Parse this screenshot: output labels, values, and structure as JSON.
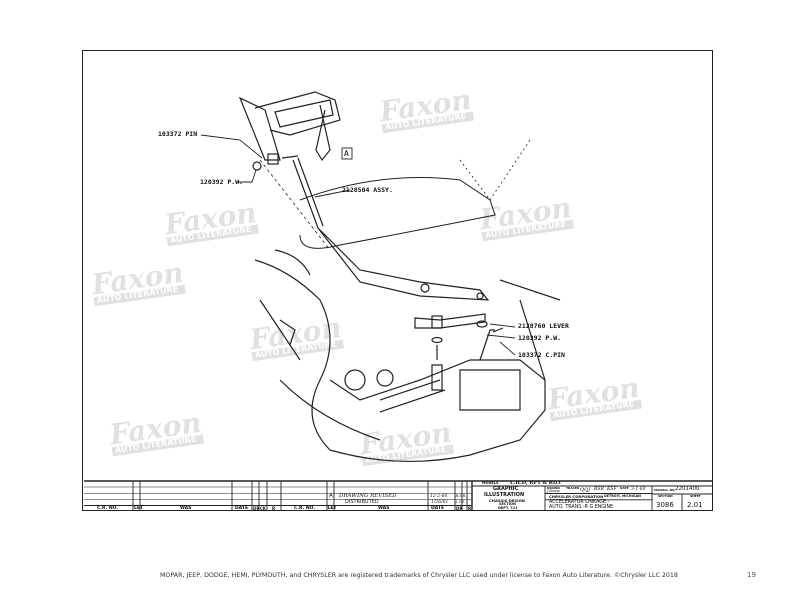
{
  "watermark": {
    "brand": "Faxon",
    "sub": "AUTO LITERATURE"
  },
  "callouts": {
    "pin_top": "103372 PIN",
    "washer_top": "120392 P.W.",
    "assy": "2128504 ASSY.",
    "view_a": "A",
    "lever": "2128760 LEVER",
    "washer_bottom": "120392 P.W.",
    "cpin": "103372 C.PIN"
  },
  "revision_block": {
    "headers": [
      "C.R. NO.",
      "LET",
      "WAS",
      "DATE",
      "DR",
      "CK",
      "R"
    ],
    "entries": [
      {
        "let": "A",
        "was": "DRAWING REVISED",
        "date": "12-2-60",
        "dr": "R.S.R."
      },
      {
        "let": "",
        "was": "DISTRIBUTED",
        "date": "1/26/61",
        "dr": "L.T.S."
      }
    ]
  },
  "title_block": {
    "models_label": "MODELS",
    "models": "L.H.D, RP1 & RD3",
    "dept_title": [
      "GRAPHIC",
      "ILLUSTRATION"
    ],
    "section_name": [
      "CHASSIS DESIGN",
      "SECTION"
    ],
    "dept": "DEPT. 711",
    "drawn_label": "DRAWN",
    "drawn": "J.Rouse",
    "traced_label": "TRACED",
    "checked": "QQJ",
    "approved": "RSR",
    "appr": "KSF",
    "date_label": "DATE",
    "date": "3-1-60",
    "company": "CHRYSLER CORPORATION",
    "city": "DETROIT, MICHIGAN",
    "manual_label": "MANUAL NO.",
    "manual_no": "2201400",
    "title_line1": "ACCELERATOR LINKAGE -",
    "title_line2": "AUTO. TRANS.-R G ENGINE",
    "section_label": "SECTION",
    "section": "3086",
    "sheet_label": "SHEET",
    "sheet": "2.01"
  },
  "footer": {
    "legal": "MOPAR, JEEP, DODGE, HEMI, PLYMOUTH, and CHRYSLER are registered trademarks of Chrysler LLC used under license to Faxon Auto Literature. ©Chrysler LLC 2018",
    "page": "19"
  }
}
